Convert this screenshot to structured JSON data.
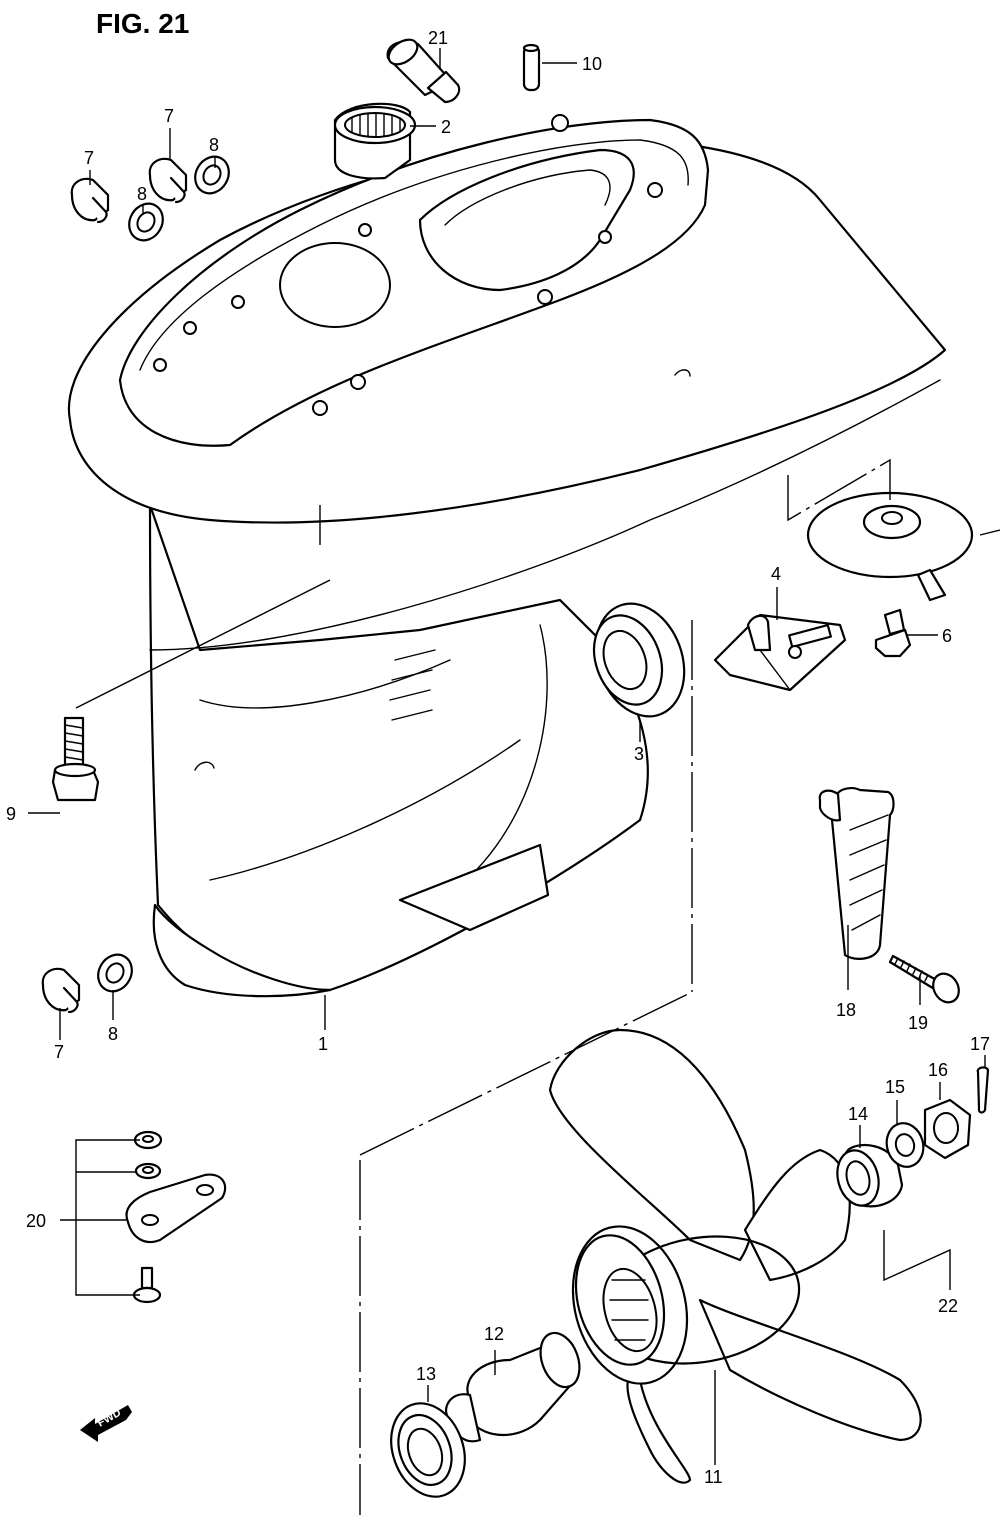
{
  "figure": {
    "title": "FIG. 21",
    "direction_marker": "FWD"
  },
  "callouts": {
    "c1": "1",
    "c2": "2",
    "c3": "3",
    "c4": "4",
    "c6": "6",
    "c7a": "7",
    "c7b": "7",
    "c7c": "7",
    "c8a": "8",
    "c8b": "8",
    "c8c": "8",
    "c9": "9",
    "c10": "10",
    "c11": "11",
    "c12": "12",
    "c13": "13",
    "c14": "14",
    "c15": "15",
    "c16": "16",
    "c17": "17",
    "c18": "18",
    "c19": "19",
    "c20": "20",
    "c21": "21",
    "c22": "22"
  }
}
